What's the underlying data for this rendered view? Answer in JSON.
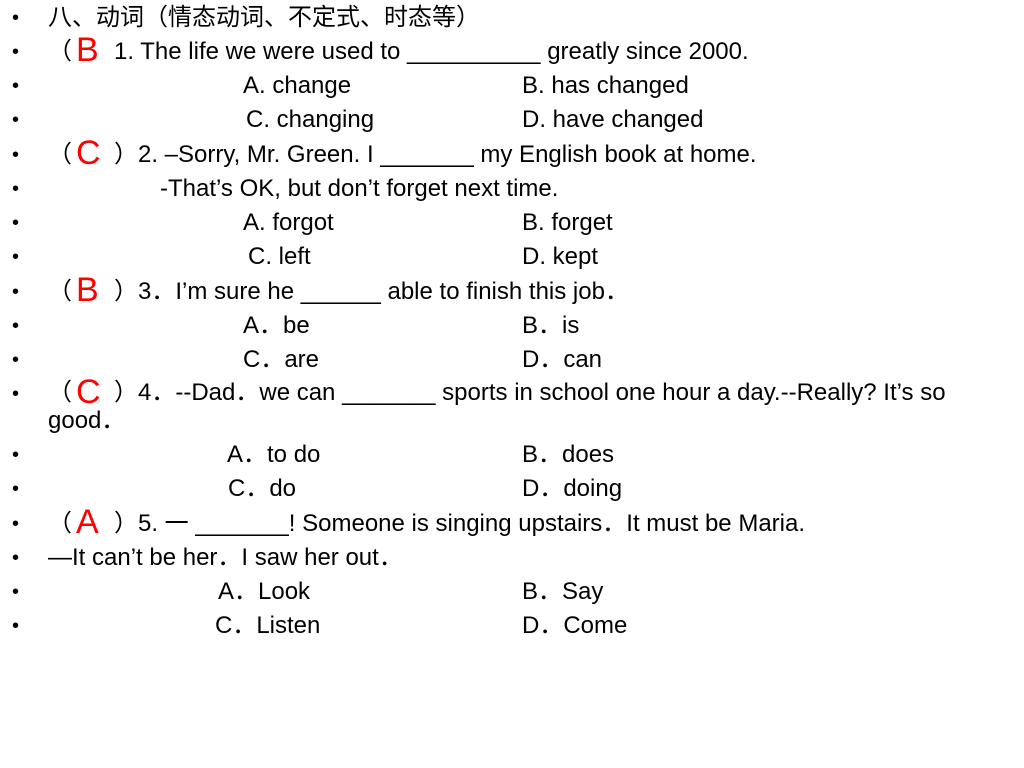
{
  "colors": {
    "answer": "#ff0000",
    "text": "#000000"
  },
  "bullet_symbol": "•",
  "lines": [
    {
      "name": "section-heading",
      "kind": "text",
      "text": "八、动词（情态动词、不定式、时态等）"
    },
    {
      "name": "question-1",
      "kind": "question",
      "paren": "（",
      "answer": "B",
      "text": "1. The life we were used to __________ greatly since 2000."
    },
    {
      "name": "question-1-options-ab",
      "kind": "options",
      "left": "A. change",
      "right": "B. has changed"
    },
    {
      "name": "question-1-options-cd",
      "kind": "options",
      "left": "C. changing",
      "right": "D. have changed"
    },
    {
      "name": "question-2",
      "kind": "question",
      "paren": "（",
      "answer": "C",
      "text": "）2. –Sorry, Mr. Green. I _______ my English book at home."
    },
    {
      "name": "question-2-reply",
      "kind": "text",
      "text": "-That’s OK, but don’t forget next time."
    },
    {
      "name": "question-2-options-ab",
      "kind": "options",
      "left": "A. forgot",
      "right": "B. forget"
    },
    {
      "name": "question-2-options-cd",
      "kind": "options",
      "left": "C. left",
      "right": "D. kept"
    },
    {
      "name": "question-3",
      "kind": "question",
      "paren": "（",
      "answer": "B",
      "text": "）3．I’m sure he ______ able to finish this job．"
    },
    {
      "name": "question-3-options-ab",
      "kind": "options",
      "left": "A．be",
      "right": "B．is"
    },
    {
      "name": "question-3-options-cd",
      "kind": "options",
      "left": "C．are",
      "right": "D．can"
    },
    {
      "name": "question-4",
      "kind": "question",
      "wrapped": true,
      "paren": "（",
      "answer": "C",
      "text": "）4．--Dad．we can _______ sports in school one hour a day.--Really? It’s so good．"
    },
    {
      "name": "question-4-options-ab",
      "kind": "options",
      "left": "A．to do",
      "right": "B．does"
    },
    {
      "name": "question-4-options-cd",
      "kind": "options",
      "left": "C．do",
      "right": "D．doing"
    },
    {
      "name": "question-5",
      "kind": "question",
      "paren": "（",
      "answer": "A",
      "text": "）5. 一 _______! Someone is singing upstairs．It must be Maria."
    },
    {
      "name": "question-5-reply",
      "kind": "text",
      "text": "—It can’t be her．I saw her out．"
    },
    {
      "name": "question-5-options-ab",
      "kind": "options",
      "left": "A．Look",
      "right": "B．Say"
    },
    {
      "name": "question-5-options-cd",
      "kind": "options",
      "left": "C．Listen",
      "right": "D．Come"
    }
  ]
}
